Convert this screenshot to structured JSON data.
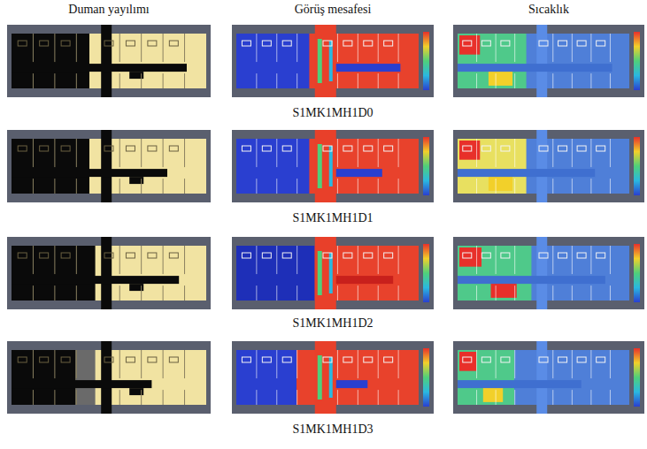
{
  "diagram": {
    "labels": [
      "Duman yayılımı",
      "Görüş mesafesi",
      "Sıcaklık",
      "S1MK1MH1D0",
      "S1MK1MH1D1",
      "S1MK1MH1D2",
      "S1MK1MH1D3"
    ]
  }
}
